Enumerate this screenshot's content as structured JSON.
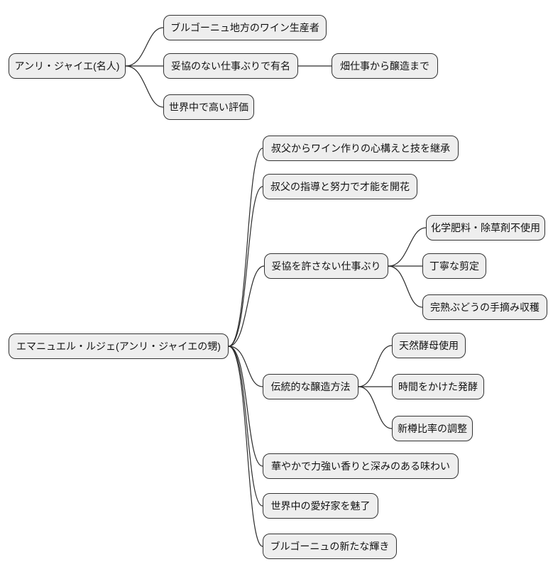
{
  "diagram": {
    "type": "mindmap",
    "background_color": "#ffffff",
    "node_fill_color": "#eeeeee",
    "node_border_color": "#333333",
    "edge_color": "#2b2b2b",
    "trees": [
      {
        "root": {
          "label": "アンリ・ジャイエ(名人)"
        },
        "children": [
          {
            "label": "ブルゴーニュ地方のワイン生産者",
            "children": []
          },
          {
            "label": "妥協のない仕事ぶりで有名",
            "children": [
              {
                "label": "畑仕事から醸造まで",
                "children": []
              }
            ]
          },
          {
            "label": "世界中で高い評価",
            "children": []
          }
        ]
      },
      {
        "root": {
          "label": "エマニュエル・ルジェ(アンリ・ジャイエの甥)"
        },
        "children": [
          {
            "label": "叔父からワイン作りの心構えと技を継承",
            "children": []
          },
          {
            "label": "叔父の指導と努力で才能を開花",
            "children": []
          },
          {
            "label": "妥協を許さない仕事ぶり",
            "children": [
              {
                "label": "化学肥料・除草剤不使用",
                "children": []
              },
              {
                "label": "丁寧な剪定",
                "children": []
              },
              {
                "label": "完熟ぶどうの手摘み収穫",
                "children": []
              }
            ]
          },
          {
            "label": "伝統的な醸造方法",
            "children": [
              {
                "label": "天然酵母使用",
                "children": []
              },
              {
                "label": "時間をかけた発酵",
                "children": []
              },
              {
                "label": "新樽比率の調整",
                "children": []
              }
            ]
          },
          {
            "label": "華やかで力強い香りと深みのある味わい",
            "children": []
          },
          {
            "label": "世界中の愛好家を魅了",
            "children": []
          },
          {
            "label": "ブルゴーニュの新たな輝き",
            "children": []
          }
        ]
      }
    ]
  }
}
